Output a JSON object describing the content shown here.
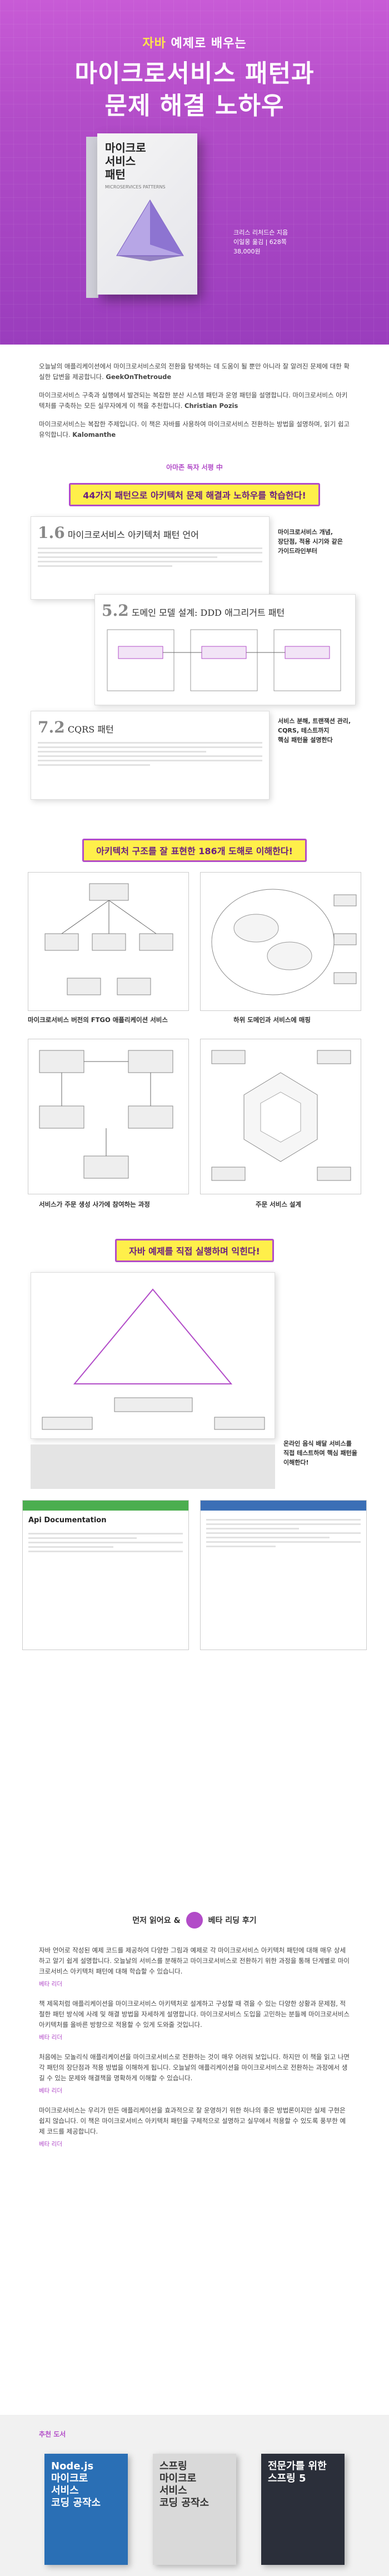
{
  "hero": {
    "kicker_tag": "자바",
    "kicker_rest": "예제로 배우는",
    "title_line1": "마이크로서비스 패턴과",
    "title_line2": "문제 해결 노하우",
    "cover_title": "마이크로\n서비스\n패턴",
    "cover_sub": "MICROSERVICES PATTERNS",
    "book_info": [
      "크리스 리처드슨 지음",
      "이일웅 옮김 | 628쪽",
      "38,000원"
    ]
  },
  "intro": [
    "오늘날의 애플리케이션에서 마이크로서비스로의 전환을 탐색하는 데 도움이 될 뿐만 아니라 잘 알려진 문제에 대한 확실한 답변을 제공합니다.",
    "마이크로서비스 구축과 실행에서 발견되는 복잡한 분산 시스템 패턴과 운영 패턴을 설명합니다. 마이크로서비스 아키텍처를 구축하는 모든 실무자에게 이 책을 추천합니다.",
    "마이크로서비스는 복잡한 주제입니다. 이 책은 자바를 사용하여 마이크로서비스 전환하는 방법을 설명하며, 읽기 쉽고 유익합니다."
  ],
  "reviews": {
    "heading": "아마존 독자 서평 中",
    "authors": [
      "GeekOnThetroude",
      "Christian Pozis",
      "Kalomanthe"
    ]
  },
  "section1": {
    "banner": "44가지 패턴으로 아키텍처 문제 해결과 노하우를 학습한다!",
    "pages": [
      {
        "num": "1.6",
        "title": "마이크로서비스 아키텍처 패턴 언어"
      },
      {
        "num": "5.2",
        "title": "도메인 모델 설계: DDD 애그리거트 패턴"
      },
      {
        "num": "7.2",
        "title": "CQRS 패턴"
      }
    ],
    "callouts": [
      "마이크로서비스 개념,\n장단점, 적용 시기와 같은\n가이드라인부터",
      "서비스 분해, 트랜잭션 관리,\nCQRS, 테스트까지\n핵심 패턴을 설명한다"
    ]
  },
  "section2": {
    "banner": "아키텍처 구조를 잘 표현한 186개 도해로 이해한다!",
    "captions": [
      "마이크로서비스 버전의 FTGO 애플리케이션 서비스",
      "하위 도메인과 서비스에 매핑",
      "서비스가 주문 생성 사가에 참여하는 과정",
      "주문 서비스 설계"
    ]
  },
  "section3": {
    "banner": "자바 예제를 직접 실행하며 익힌다!",
    "callout": "온라인 음식 배달 서비스를\n직접 테스트하며 핵심 패턴을\n이해한다!",
    "ui_heading": "Api Documentation"
  },
  "reader": {
    "heading_a": "먼저 읽어요 &",
    "heading_b": "베타 리딩 후기",
    "entries": [
      {
        "text": "자바 언어로 작성된 예제 코드를 제공하여 다양한 그림과 예제로 각 마이크로서비스 아키텍처 패턴에 대해 매우 상세하고 알기 쉽게 설명합니다. 오늘날의 서비스를 분해하고 마이크로서비스로 전환하기 위한 과정을 통해 단계별로 마이크로서비스 아키텍처 패턴에 대해 학습할 수 있습니다.",
        "who": "베타 리더"
      },
      {
        "text": "책 제목처럼 애플리케이션을 마이크로서비스 아키텍처로 설계하고 구성할 때 겪을 수 있는 다양한 상황과 문제점, 적절한 패턴 방식에 사례 및 해결 방법을 자세하게 설명합니다. 마이크로서비스 도입을 고민하는 분들께 마이크로서비스 아키텍처를 올바른 방향으로 적용할 수 있게 도와줄 것입니다.",
        "who": "베타 리더"
      },
      {
        "text": "처음에는 모놀리식 애플리케이션을 마이크로서비스로 전환하는 것이 매우 어려워 보입니다. 하지만 이 책을 읽고 나면 각 패턴의 장단점과 적용 방법을 이해하게 됩니다. 오늘날의 애플리케이션을 마이크로서비스로 전환하는 과정에서 생길 수 있는 문제와 해결책을 명확하게 이해할 수 있습니다.",
        "who": "베타 리더"
      },
      {
        "text": "마이크로서비스는 우리가 만든 애플리케이션을 효과적으로 잘 운영하기 위한 하나의 좋은 방법론이지만 실제 구현은 쉽지 않습니다. 이 책은 마이크로서비스 아키텍처 패턴을 구체적으로 설명하고 실무에서 적용할 수 있도록 풍부한 예제 코드를 제공합니다.",
        "who": "베타 리더"
      }
    ]
  },
  "recommended": {
    "label": "추천 도서",
    "books": [
      {
        "title": "Node.js\n마이크로\n서비스\n코딩 공작소",
        "color": "#2a6fb5"
      },
      {
        "title": "스프링\n마이크로\n서비스\n코딩 공작소",
        "color": "#d9d9d9"
      },
      {
        "title": "전문가를 위한\n스프링 5",
        "color": "#2b2f3a"
      }
    ]
  }
}
